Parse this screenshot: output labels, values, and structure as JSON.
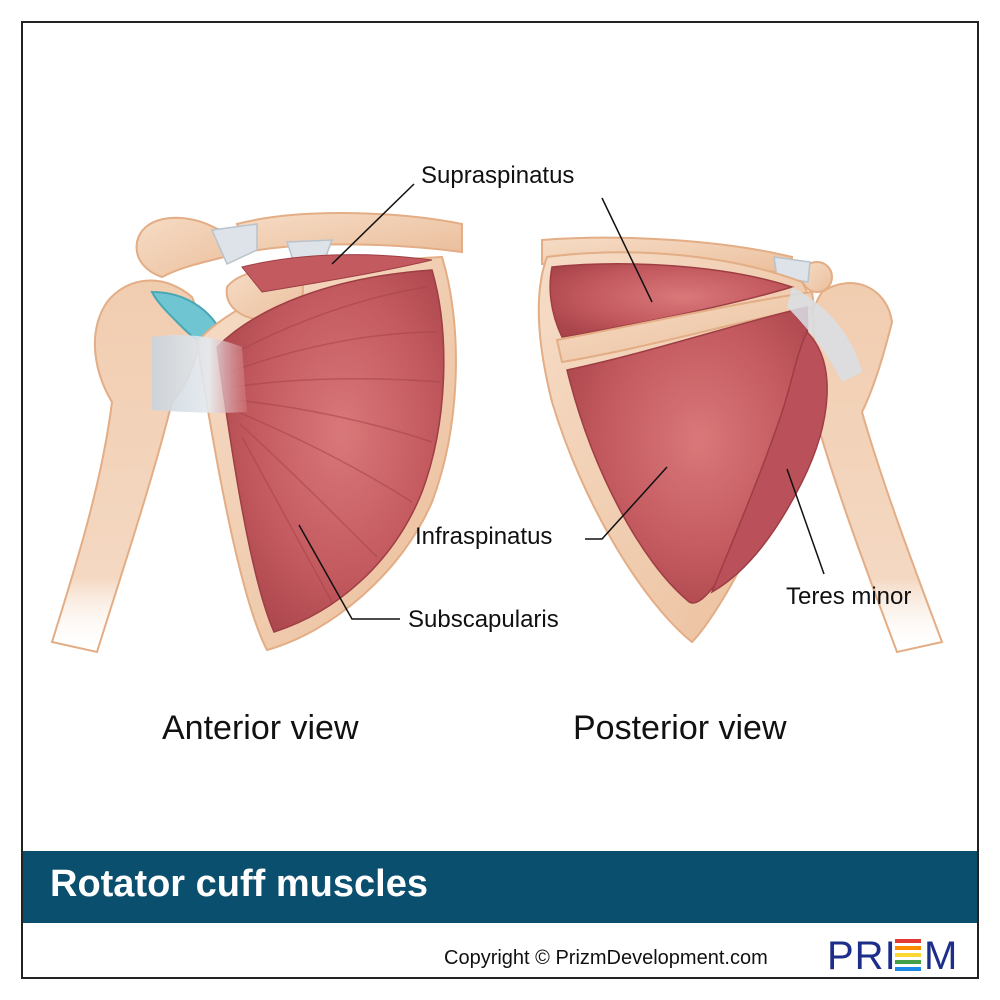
{
  "labels": {
    "supraspinatus": "Supraspinatus",
    "infraspinatus": "Infraspinatus",
    "subscapularis": "Subscapularis",
    "teres_minor": "Teres minor"
  },
  "views": {
    "anterior": "Anterior view",
    "posterior": "Posterior view"
  },
  "banner": {
    "title": "Rotator cuff muscles"
  },
  "footer": {
    "copyright": "Copyright © PrizmDevelopment.com",
    "logo_text": "PRIZM"
  },
  "colors": {
    "banner": "#0b4f6e",
    "bone": "#f1cdb0",
    "bone_edge": "#e3ad85",
    "muscle": "#c75a60",
    "muscle_dark": "#a8454b",
    "tendon": "#d9dfe6",
    "cartilage": "#6fc6d2"
  }
}
